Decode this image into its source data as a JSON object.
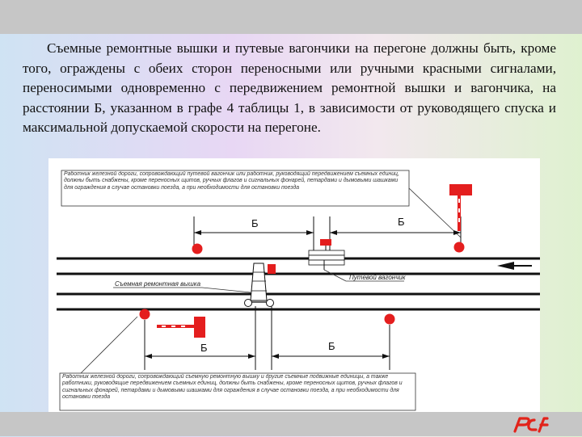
{
  "paragraph": "Съемные ремонтные вышки и путевые вагончики на перегоне должны быть, кроме того, ограждены с обеих сторон переносными или ручными красными сигналами, переносимыми одновременно с передвижением ремонтной вышки и вагончика, на расстоянии Б, указанном в графе 4 таблицы 1, в зависимости от руководящего спуска и максимальной допускаемой скорости на перегоне.",
  "diagram": {
    "top_note": "Работник железной дороги, сопровождающий путевой вагончик или работник, руководящий передвижением съемных единиц, должны быть снабжены, кроме переносных щитов, ручных флагов и сигнальных фонарей, петардами и дымовыми шашками для ограждения в случае остановки поезда, а при необходимости для остановки поезда",
    "bottom_note": "Работник железной дороги, сопровождающий съемную ремонтную вышку и другие съемные подвижные единицы, а также работники, руководящие передвижением съемных единиц, должны быть снабжены, кроме переносных щитов, ручных флагов и сигнальных фонарей, петардами и дымовыми шашками для ограждения в случае остановки поезда, а при необходимости для остановки поезда",
    "label_tower": "Съемная ремонтная вышка",
    "label_wagon": "Путевой вагончик",
    "distance_labels": [
      "Б",
      "Б",
      "Б",
      "Б"
    ]
  },
  "colors": {
    "signal_red": "#e41e1e",
    "logo_red": "#e2231a",
    "rail": "#111111"
  }
}
